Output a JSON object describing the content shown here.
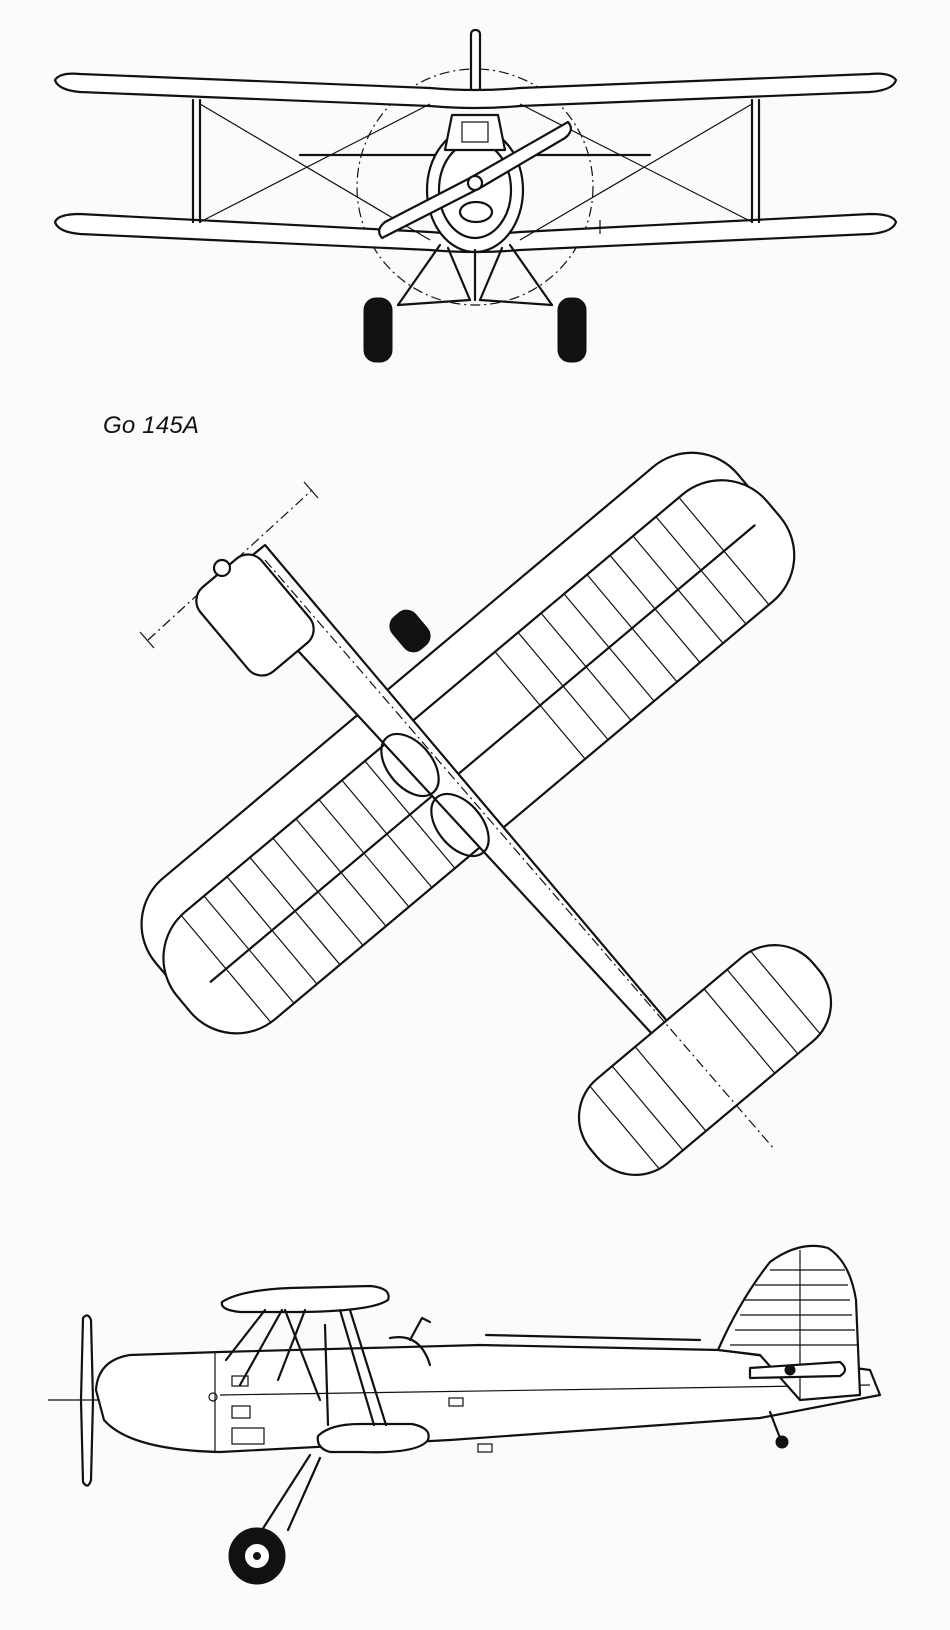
{
  "diagram": {
    "model_label": "Go 145A",
    "views": [
      {
        "name": "front-view"
      },
      {
        "name": "plan-view"
      },
      {
        "name": "side-view"
      }
    ]
  },
  "colors": {
    "ink": "#111111",
    "paper": "#fbfbfa"
  }
}
